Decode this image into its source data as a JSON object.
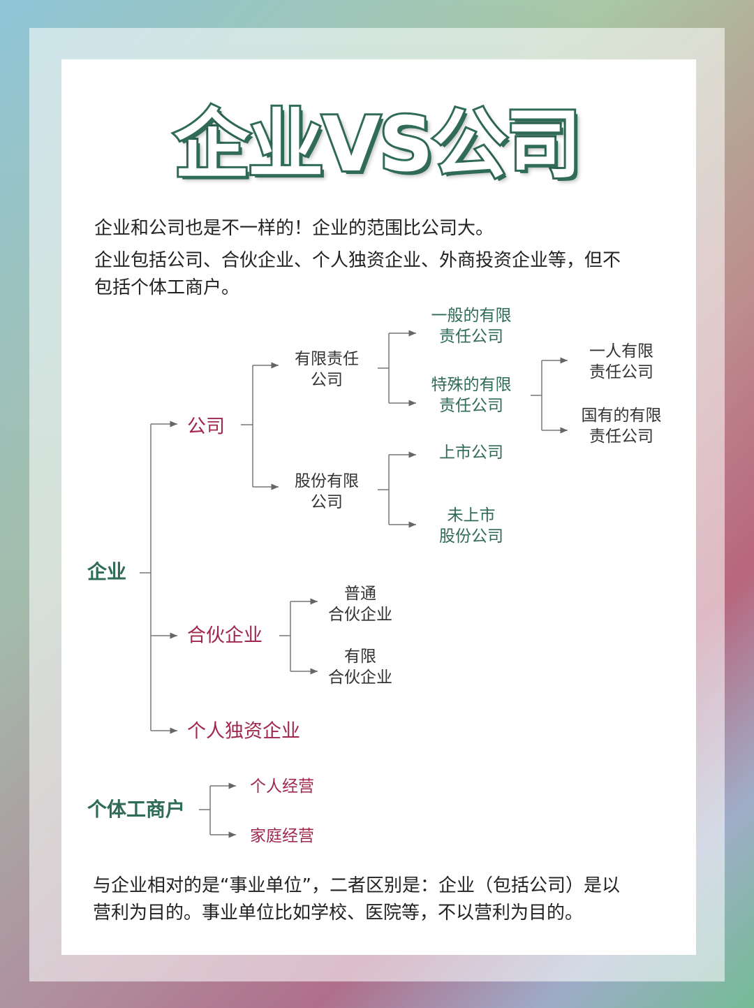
{
  "title": "企业VS公司",
  "intro": {
    "line1": "企业和公司也是不一样的！企业的范围比公司大。",
    "line2": "企业包括公司、合伙企业、个人独资企业、外商投资企业等，但不",
    "line3": "包括个体工商户。"
  },
  "tree": {
    "enterprise": "企业",
    "company": "公司",
    "llc": [
      "有限责任",
      "公司"
    ],
    "general_llc": [
      "一般的有限",
      "责任公司"
    ],
    "special_llc": [
      "特殊的有限",
      "责任公司"
    ],
    "one_person_llc": [
      "一人有限",
      "责任公司"
    ],
    "state_llc": [
      "国有的有限",
      "责任公司"
    ],
    "joint_stock": [
      "股份有限",
      "公司"
    ],
    "listed": "上市公司",
    "unlisted": [
      "未上市",
      "股份公司"
    ],
    "partnership": "合伙企业",
    "general_partnership": [
      "普通",
      "合伙企业"
    ],
    "limited_partnership": [
      "有限",
      "合伙企业"
    ],
    "sole_proprietorship": "个人独资企业",
    "individual_business": "个体工商户",
    "individual_operated": "个人经营",
    "family_operated": "家庭经营"
  },
  "footer": {
    "line1": "与企业相对的是“事业单位”，二者区别是：企业（包括公司）是以",
    "line2": "营利为目的。事业单位比如学校、医院等，不以营利为目的。"
  },
  "colors": {
    "green": "#2f6b56",
    "red": "#a0284c"
  }
}
